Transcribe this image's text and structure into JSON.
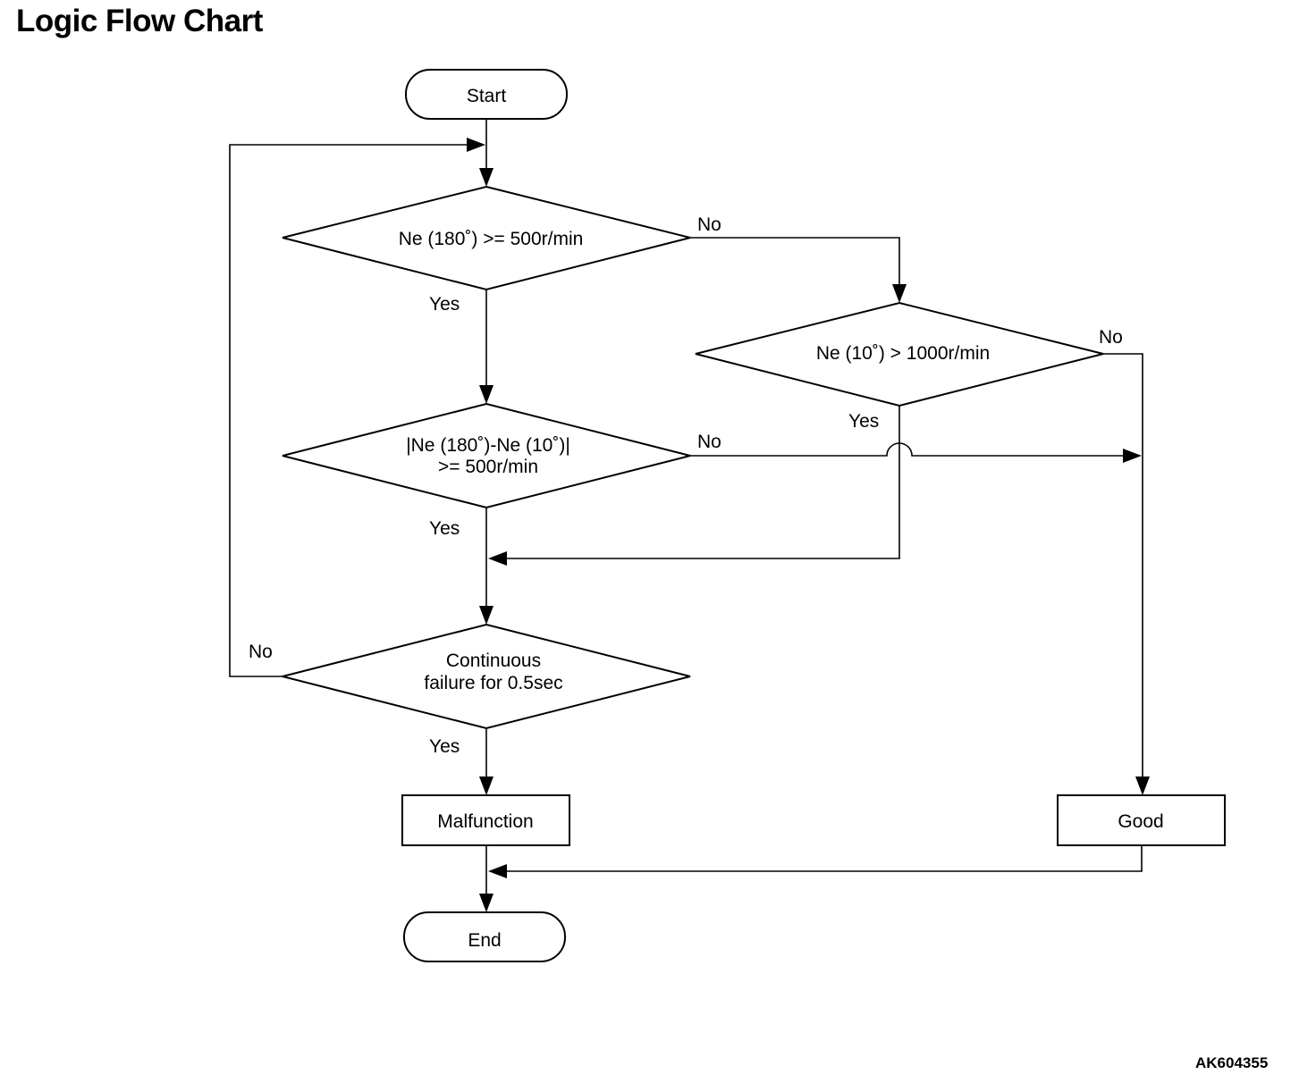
{
  "title": "Logic Flow Chart",
  "diagram_id": "AK604355",
  "nodes": {
    "start": "Start",
    "decision_ne180": "Ne (180˚) >= 500r/min",
    "decision_ne10": "Ne (10˚) > 1000r/min",
    "decision_diff_line1": "|Ne (180˚)-Ne (10˚)|",
    "decision_diff_line2": ">= 500r/min",
    "decision_continuous_line1": "Continuous",
    "decision_continuous_line2": "failure for 0.5sec",
    "malfunction": "Malfunction",
    "good": "Good",
    "end": "End"
  },
  "edge_labels": {
    "ne180_no": "No",
    "ne180_yes": "Yes",
    "ne10_no": "No",
    "ne10_yes": "Yes",
    "diff_no": "No",
    "diff_yes": "Yes",
    "continuous_no": "No",
    "continuous_yes": "Yes"
  },
  "edges": [
    {
      "from": "Start",
      "to": "Ne (180˚) >= 500r/min"
    },
    {
      "from": "Ne (180˚) >= 500r/min",
      "to": "|Ne (180˚)-Ne (10˚)| >= 500r/min",
      "label": "Yes"
    },
    {
      "from": "Ne (180˚) >= 500r/min",
      "to": "Ne (10˚) > 1000r/min",
      "label": "No"
    },
    {
      "from": "Ne (10˚) > 1000r/min",
      "to": "Good",
      "label": "No"
    },
    {
      "from": "Ne (10˚) > 1000r/min",
      "to": "Continuous failure for 0.5sec",
      "label": "Yes"
    },
    {
      "from": "|Ne (180˚)-Ne (10˚)| >= 500r/min",
      "to": "Good",
      "label": "No"
    },
    {
      "from": "|Ne (180˚)-Ne (10˚)| >= 500r/min",
      "to": "Continuous failure for 0.5sec",
      "label": "Yes"
    },
    {
      "from": "Continuous failure for 0.5sec",
      "to": "Ne (180˚) >= 500r/min",
      "label": "No"
    },
    {
      "from": "Continuous failure for 0.5sec",
      "to": "Malfunction",
      "label": "Yes"
    },
    {
      "from": "Malfunction",
      "to": "End"
    },
    {
      "from": "Good",
      "to": "End"
    }
  ]
}
